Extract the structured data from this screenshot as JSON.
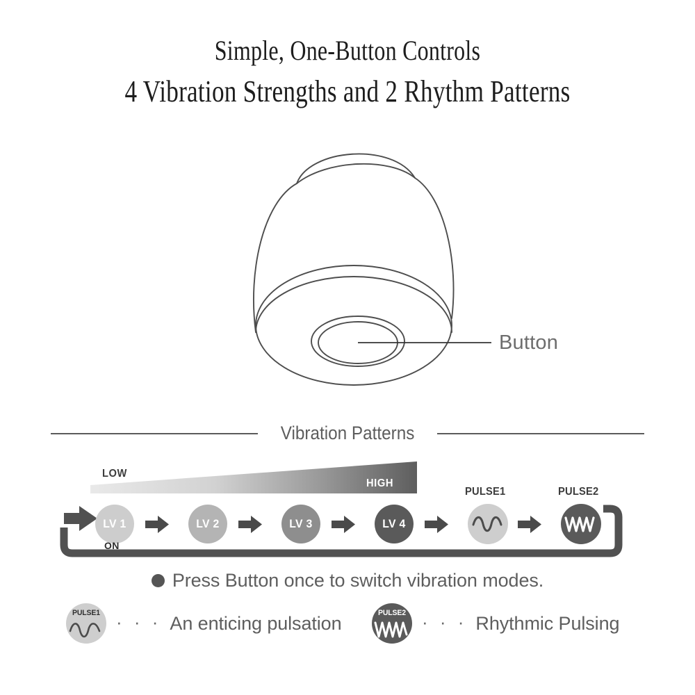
{
  "headings": {
    "line1": "Simple, One-Button Controls",
    "line2": "4 Vibration Strengths and 2 Rhythm Patterns"
  },
  "product": {
    "callout_label": "Button",
    "line_color": "#4d4d4d"
  },
  "section": {
    "title": "Vibration Patterns",
    "rule_color": "#5b5b5b"
  },
  "intensity_scale": {
    "low_label": "LOW",
    "high_label": "HIGH",
    "gradient_start": "#e8e8e8",
    "gradient_end": "#5e5e5e"
  },
  "flow": {
    "on_label": "ON",
    "arrow_color": "#4a4a4a",
    "loop_color": "#515151",
    "levels": [
      {
        "label": "LV 1",
        "fill": "#cdcdcd"
      },
      {
        "label": "LV 2",
        "fill": "#b4b4b4"
      },
      {
        "label": "LV 3",
        "fill": "#8e8e8e"
      },
      {
        "label": "LV 4",
        "fill": "#5a5a5a"
      }
    ],
    "pulses": [
      {
        "caption": "PULSE1",
        "fill": "#cecece",
        "wave_color": "#4c4c4c",
        "wave_type": "smooth-sine"
      },
      {
        "caption": "PULSE2",
        "fill": "#5a5a5a",
        "wave_color": "#ffffff",
        "wave_type": "dense-zigzag"
      }
    ]
  },
  "note": {
    "bullet": "filled-circle-bullet",
    "text": "Press Button once to switch vibration modes."
  },
  "legend": [
    {
      "badge_label": "PULSE1",
      "badge_label_color": "#303030",
      "fill": "#cecece",
      "wave_color": "#4c4c4c",
      "dots": "· · ·",
      "description": "An enticing pulsation"
    },
    {
      "badge_label": "PULSE2",
      "badge_label_color": "#ffffff",
      "fill": "#5a5a5a",
      "wave_color": "#ffffff",
      "dots": "· · ·",
      "description": "Rhythmic Pulsing"
    }
  ]
}
